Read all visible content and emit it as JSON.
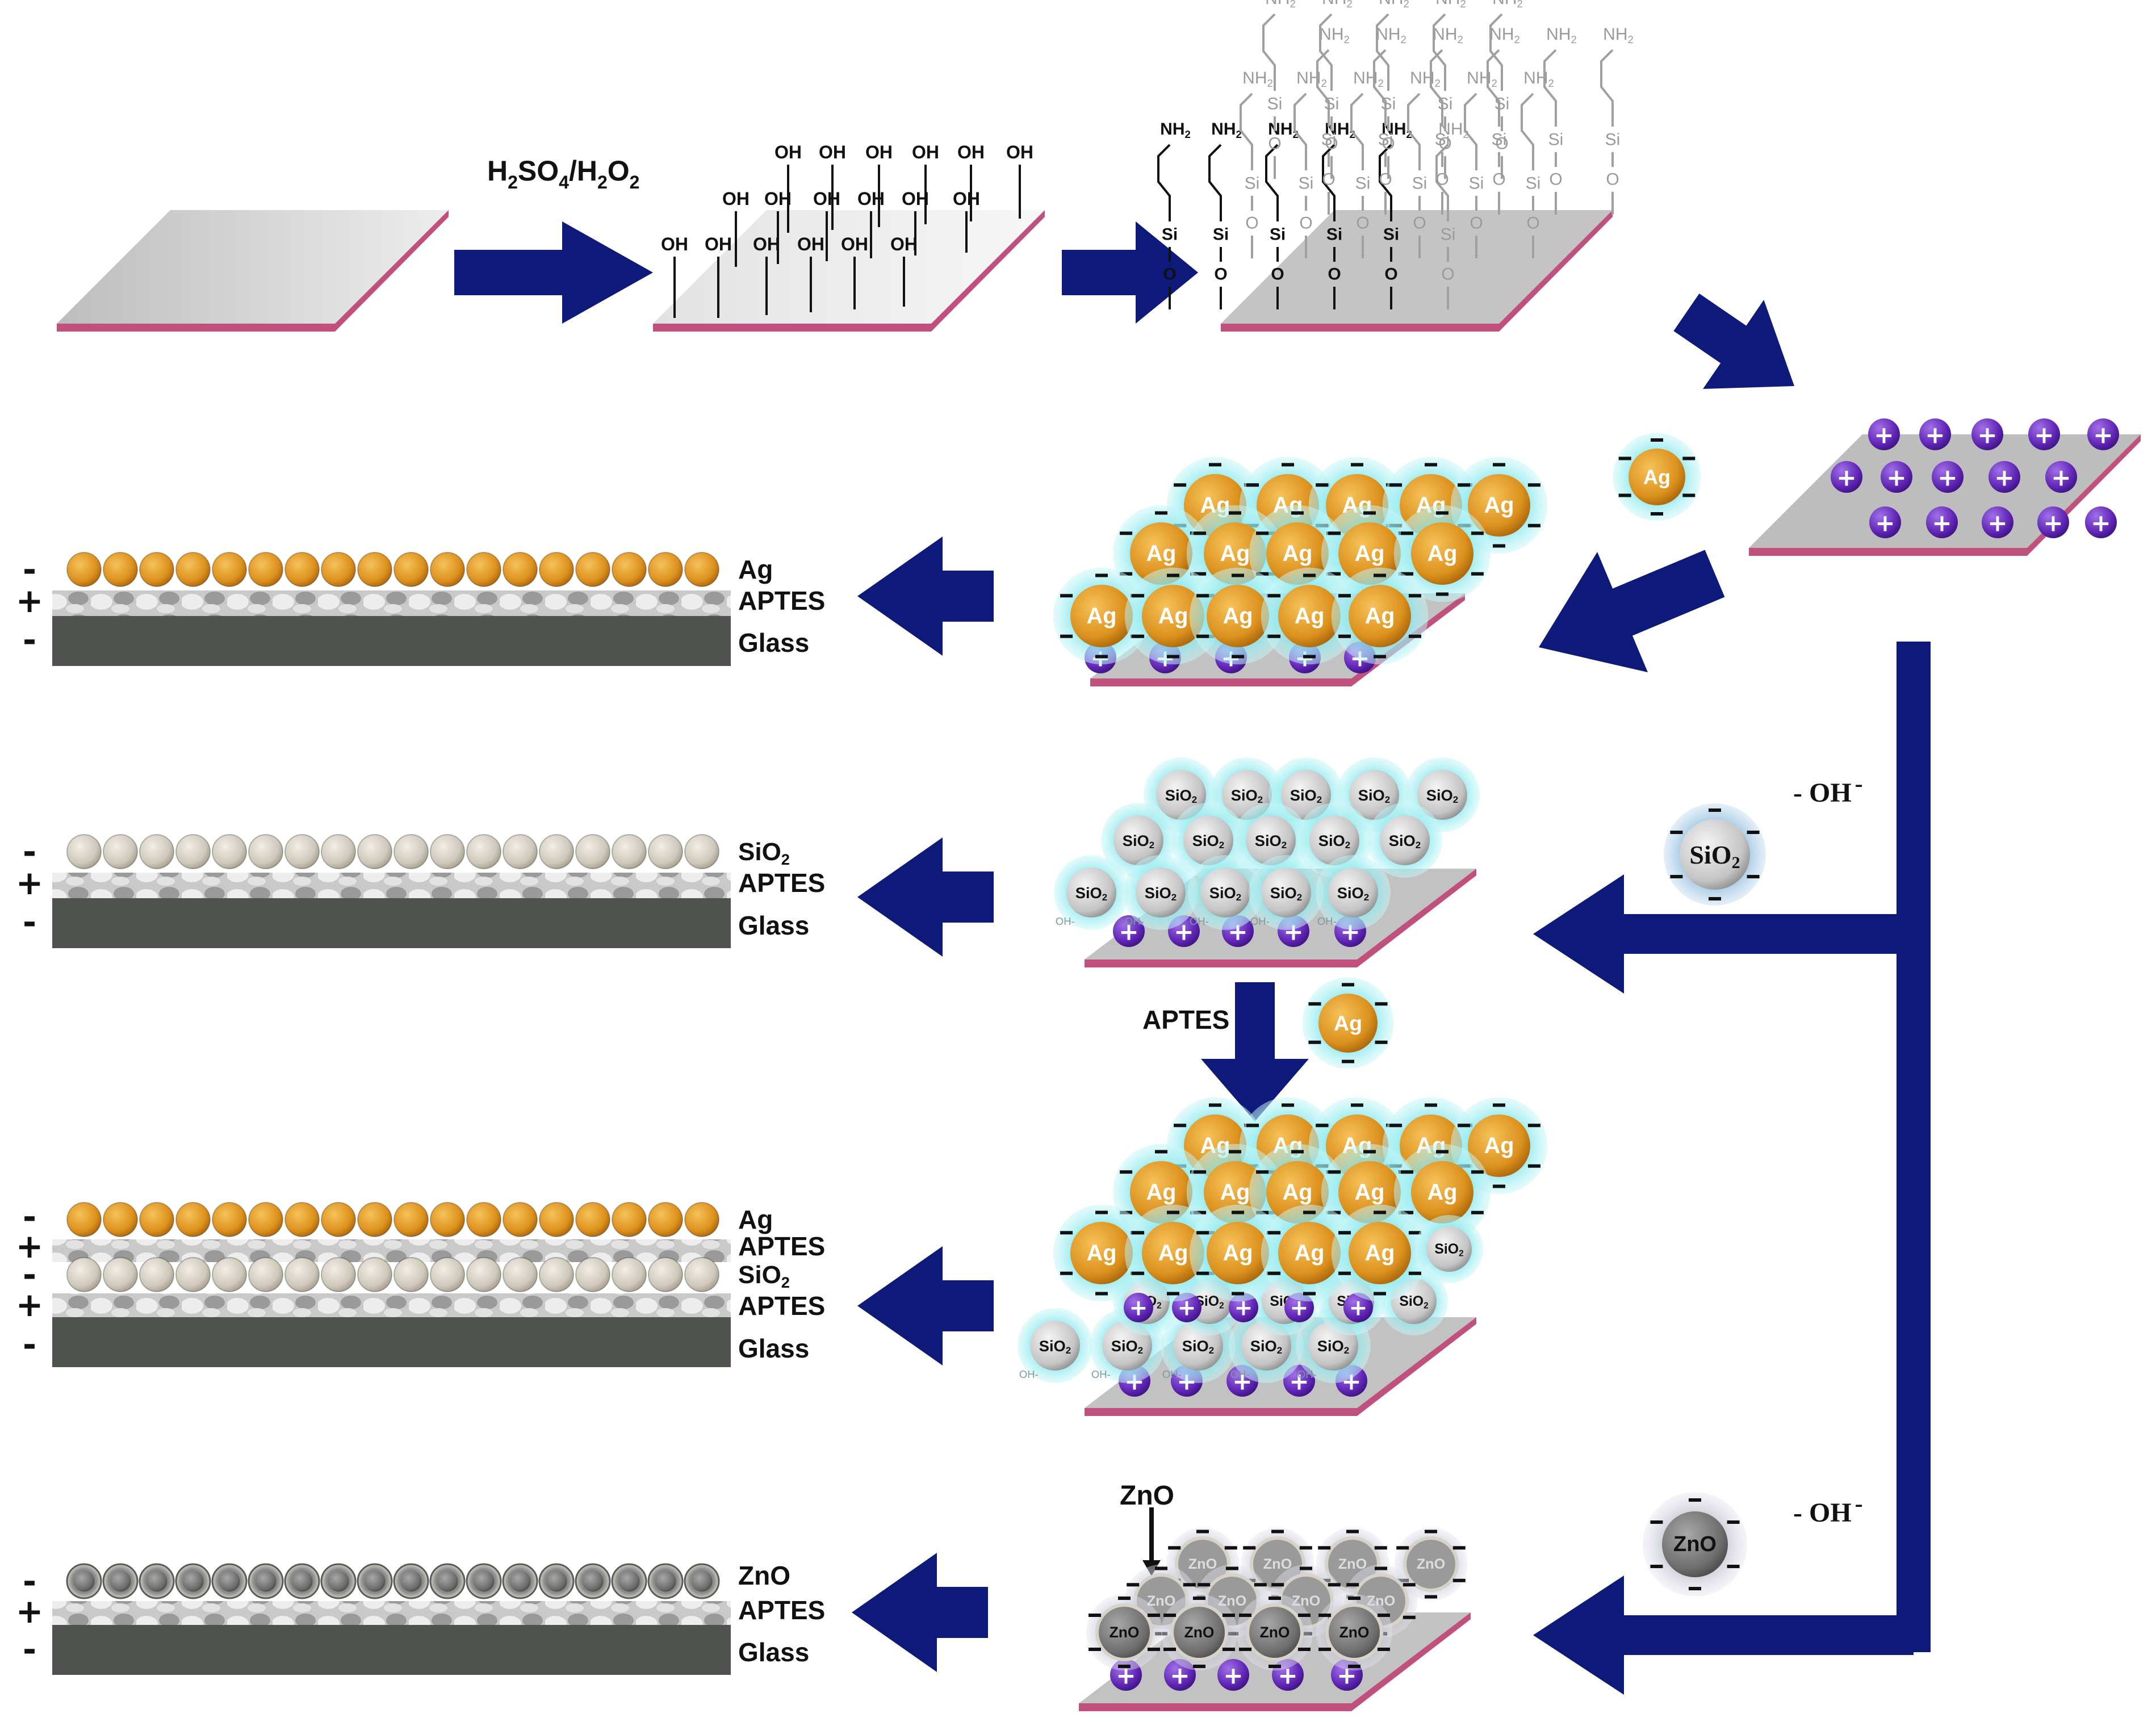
{
  "colors": {
    "arrow": "#0d1a7a",
    "substrate_top": "#c8c8c8",
    "substrate_edge": "#c0507e",
    "ag": "#e39a23",
    "silica": "#c9c3b6",
    "zno": "#767676",
    "positive": "#6a2fbf",
    "halo": "#8fe8ee",
    "glass": "#4e534e"
  },
  "top_row": {
    "acid_label": "H2SO4/H2O2",
    "hydroxyl_label": "OH",
    "amine_label": "NH2",
    "silicon_label": "Si",
    "oxygen_label": "O"
  },
  "charges": {
    "plus": "+",
    "minus": "-"
  },
  "particles": {
    "ag": "Ag",
    "silica": "SiO2",
    "zno": "ZnO",
    "hydroxide": "OH-"
  },
  "side_labels": {
    "minus_oh": "- OH",
    "oh_superscript": "-"
  },
  "middle_labels": {
    "aptes": "APTES",
    "zno_drop": "ZnO"
  },
  "stacks": [
    {
      "name": "ag-on-aptes",
      "layers": [
        "Ag",
        "APTES",
        "Glass"
      ],
      "signs": [
        "-",
        "+",
        "-"
      ]
    },
    {
      "name": "silica-on-aptes",
      "layers": [
        "SiO2",
        "APTES",
        "Glass"
      ],
      "signs": [
        "-",
        "+",
        "-"
      ]
    },
    {
      "name": "ag-silica-multilayer",
      "layers": [
        "Ag",
        "APTES",
        "SiO2",
        "APTES",
        "Glass"
      ],
      "signs": [
        "-",
        "+",
        "-",
        "+",
        "-"
      ]
    },
    {
      "name": "zno-on-aptes",
      "layers": [
        "ZnO",
        "APTES",
        "Glass"
      ],
      "signs": [
        "-",
        "+",
        "-"
      ]
    }
  ]
}
